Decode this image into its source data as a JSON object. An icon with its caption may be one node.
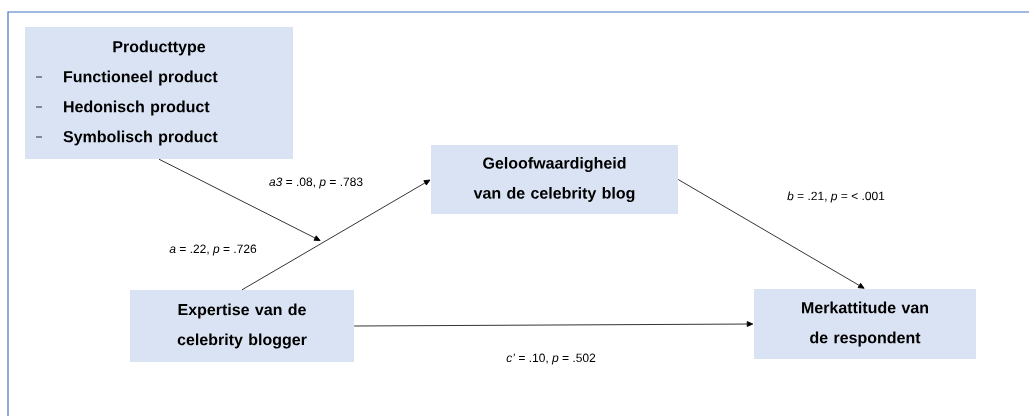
{
  "diagram": {
    "nodes": [
      {
        "text": [
          "Producttype",
          "Functioneel product",
          "Hedonisch product",
          "Symbolisch product"
        ]
      },
      {
        "text": [
          "Geloofwaardigheid van de celebrity blog"
        ]
      },
      {
        "text": [
          "Expertise van de celebrity blogger"
        ]
      },
      {
        "text": [
          "Merkattitude van de respondent"
        ]
      }
    ],
    "edges": [
      {
        "from": 0,
        "to": null,
        "arrow": "to",
        "label": "*a3* = .08, *p* = .783"
      },
      {
        "from": 2,
        "to": 1,
        "arrow": "to",
        "label": "*a* = .22, *p* = .726"
      },
      {
        "from": 1,
        "to": 3,
        "arrow": "to",
        "label": "*b* = .21, *p* = < .001"
      },
      {
        "from": 2,
        "to": 3,
        "arrow": "to",
        "label": "*c’* = .10, *p* = .502"
      }
    ]
  }
}
